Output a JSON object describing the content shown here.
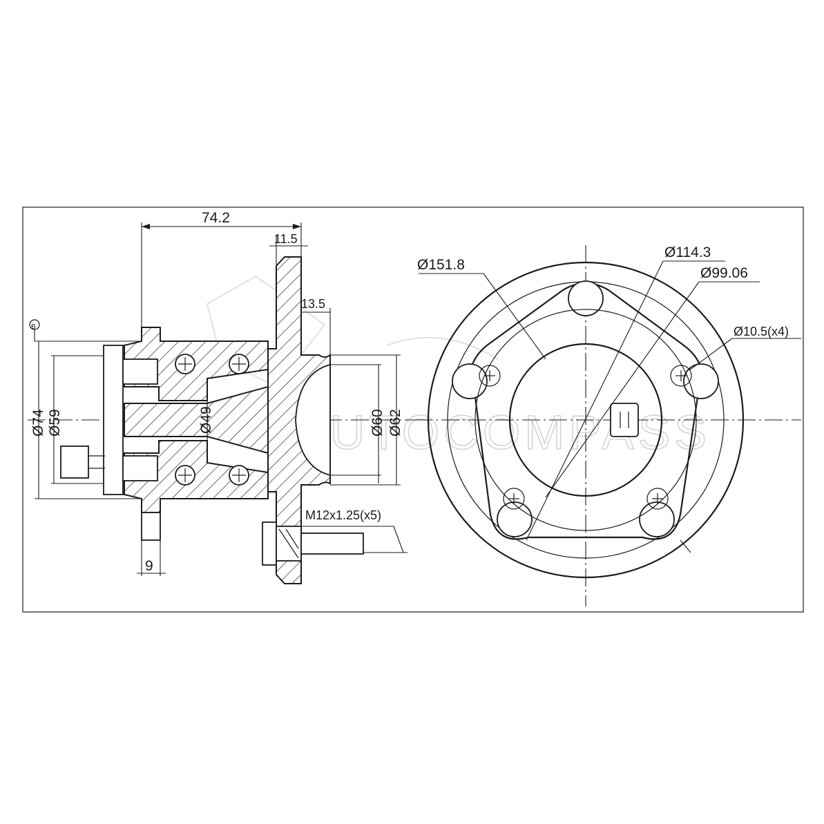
{
  "watermark": "AUTOCOMPASS",
  "datum_marker": "B",
  "side_view": {
    "overall_length": "74.2",
    "flange_thickness": "11.5",
    "pilot_length": "13.5",
    "diameter_74": "Ø74",
    "diameter_59": "Ø59",
    "diameter_49": "Ø49",
    "diameter_60": "Ø60",
    "diameter_62": "Ø62",
    "sensor_offset": "9",
    "stud_spec": "M12x1.25(x5)"
  },
  "front_view": {
    "flange_diameter": "Ø151.8",
    "bolt_circle": "Ø114.3",
    "center_bore": "Ø99.06",
    "mount_hole": "Ø10.5(x4)"
  }
}
